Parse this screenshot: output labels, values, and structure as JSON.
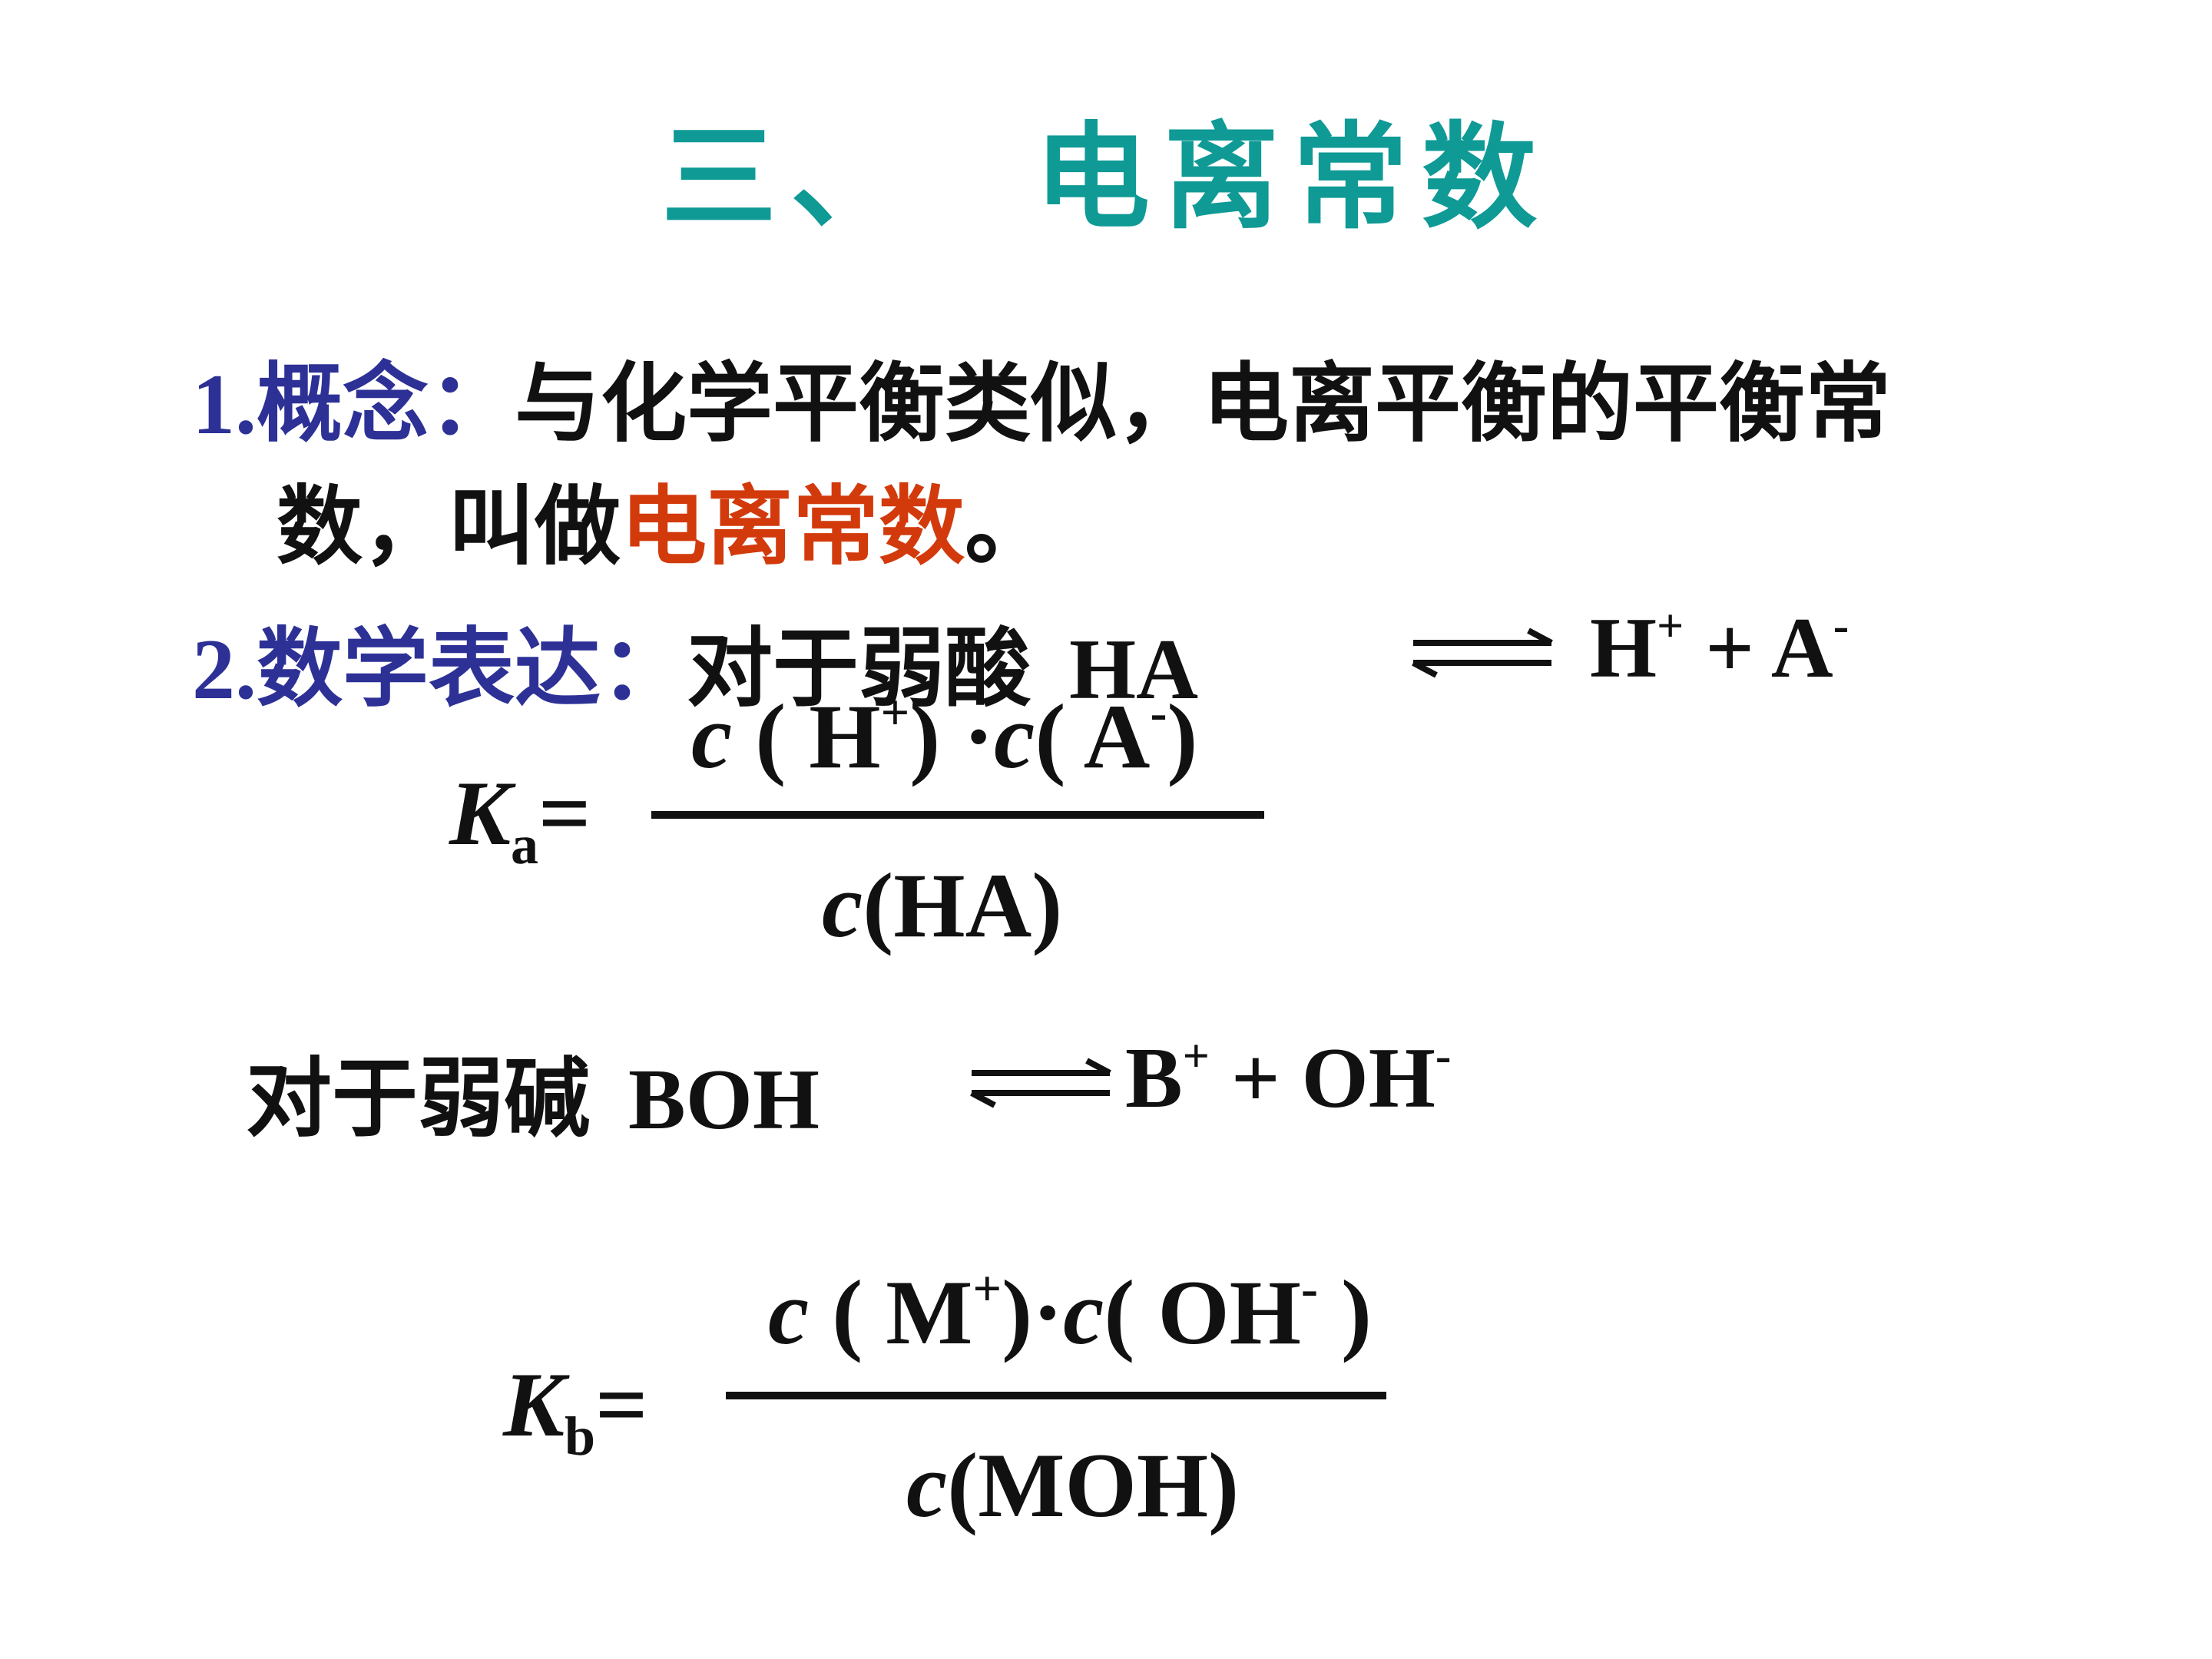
{
  "title": {
    "number": "三、",
    "text": "电离常数"
  },
  "concept": {
    "number": "1.",
    "label": "概念：",
    "line1_text": "与化学平衡类似，电离平衡的平衡常",
    "line2_text_before": "数，叫做",
    "line2_highlight": "电离常数",
    "line2_text_after": "。"
  },
  "expression": {
    "number": "2.",
    "label": "数学表达：",
    "acid_intro": "对于弱酸",
    "acid_reactant": "HA",
    "acid_product_1": "H",
    "acid_product_1_charge": "+",
    "plus": "+",
    "acid_product_2": "A",
    "acid_product_2_charge": "-"
  },
  "ka": {
    "symbol": "K",
    "subscript": "a",
    "equals": "=",
    "numerator": {
      "c1": "c",
      "open1": " ( H",
      "charge1": "+",
      "close1": ") ·",
      "c2": "c",
      "open2": "( A",
      "charge2": "-",
      "close2": ")"
    },
    "denominator": {
      "c": "c",
      "rest": "(HA)"
    }
  },
  "base": {
    "intro": "对于弱碱",
    "reactant": "BOH",
    "product_1": "B",
    "product_1_charge": "+",
    "plus": "+",
    "product_2": "OH",
    "product_2_charge": "-"
  },
  "kb": {
    "symbol": "K",
    "subscript": "b",
    "equals": "=",
    "numerator": {
      "c1": "c",
      "open1": " ( M",
      "charge1": "+",
      "close1": ")·",
      "c2": "c",
      "open2": "( OH",
      "charge2": "-",
      "close2": " )"
    },
    "denominator": {
      "c": "c",
      "rest": "(MOH)"
    }
  },
  "colors": {
    "title": "#0f9a96",
    "label": "#2d3196",
    "highlight": "#d23a0c",
    "text": "#111111"
  }
}
